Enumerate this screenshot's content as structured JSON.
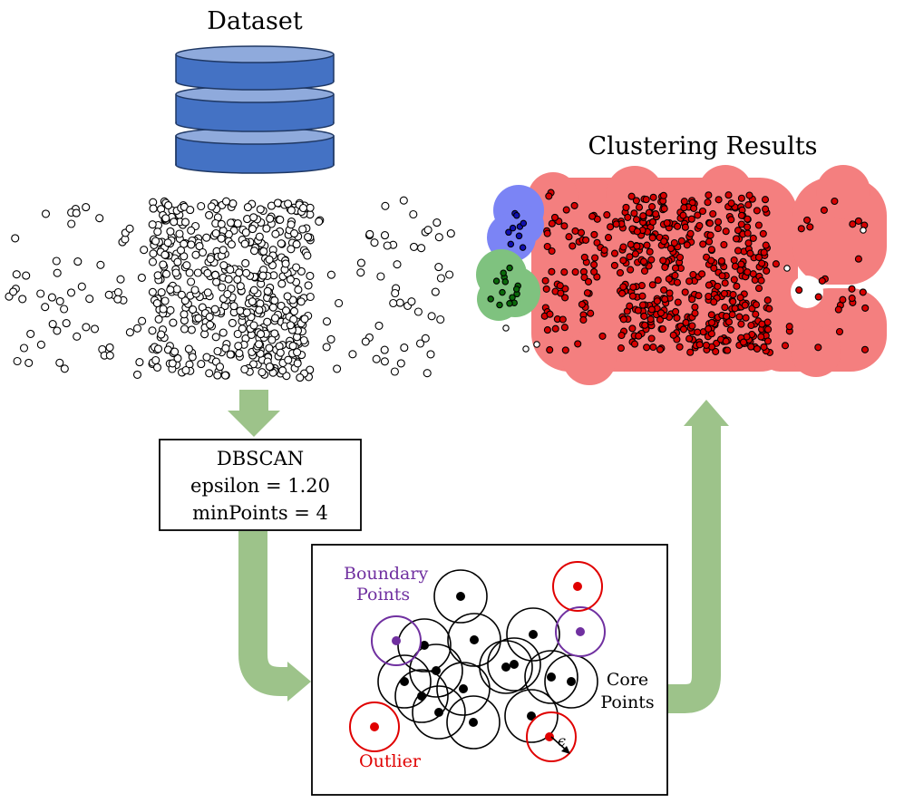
{
  "dataset": {
    "title": "Dataset"
  },
  "results": {
    "title": "Clustering Results"
  },
  "algorithm": {
    "name": "DBSCAN",
    "epsilon_line": "epsilon = 1.20",
    "minpoints_line": "minPoints = 4"
  },
  "legend": {
    "boundary_line1": "Boundary",
    "boundary_line2": "Points",
    "core_line1": "Core",
    "core_line2": "Points",
    "outlier": "Outlier",
    "epsilon_symbol": "ϵ"
  },
  "colors": {
    "database": "#4472c4",
    "database_top": "#8faadc",
    "arrow": "#9dc38a",
    "cluster_red": "#f47f7f",
    "cluster_blue": "#7b84f5",
    "cluster_green": "#7fc27f",
    "point_red": "#d90000",
    "point_blue": "#1010b0",
    "point_green": "#0a6a0a",
    "boundary": "#7030a0",
    "outlier": "#e00000",
    "core": "#000000"
  }
}
